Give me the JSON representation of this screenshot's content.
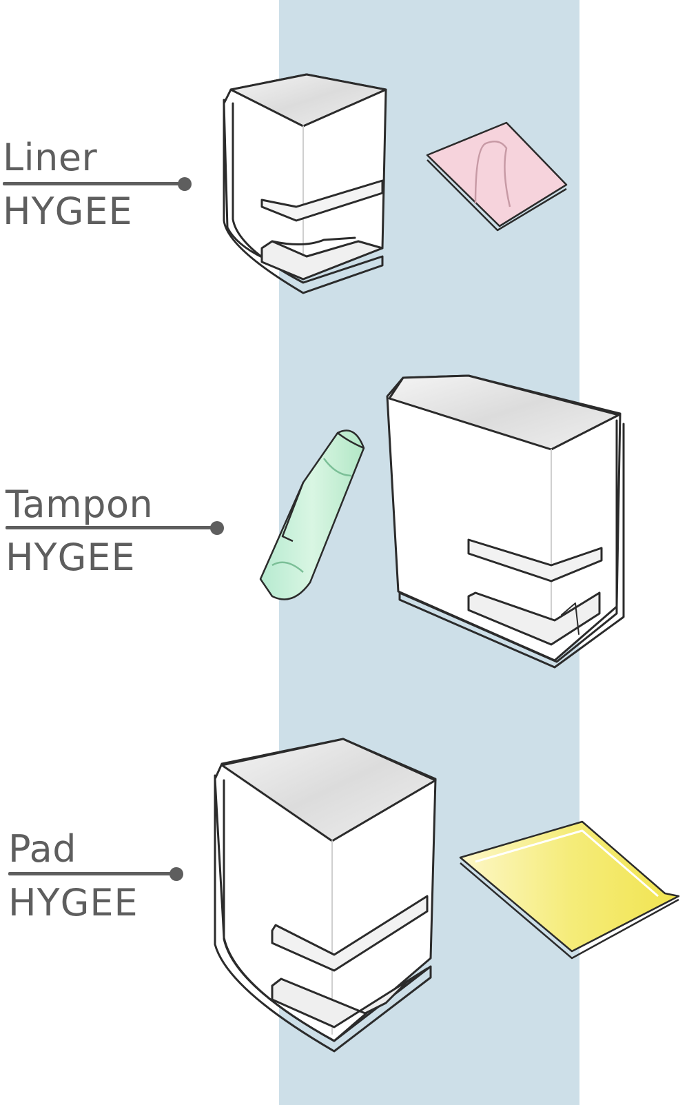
{
  "products": [
    {
      "type_label": "Liner",
      "brand_label": "HYGEE",
      "item_color": "#f6d3dc",
      "item_icon": "liner-sketch"
    },
    {
      "type_label": "Tampon",
      "brand_label": "HYGEE",
      "item_color": "#c6eed4",
      "item_icon": "tampon-sketch"
    },
    {
      "type_label": "Pad",
      "brand_label": "HYGEE",
      "item_color": "#f3ea72",
      "item_icon": "pad-sketch"
    }
  ],
  "colors": {
    "stripe": "#cddfe8",
    "label": "#5e5e5e",
    "outline": "#2b2b2b"
  }
}
